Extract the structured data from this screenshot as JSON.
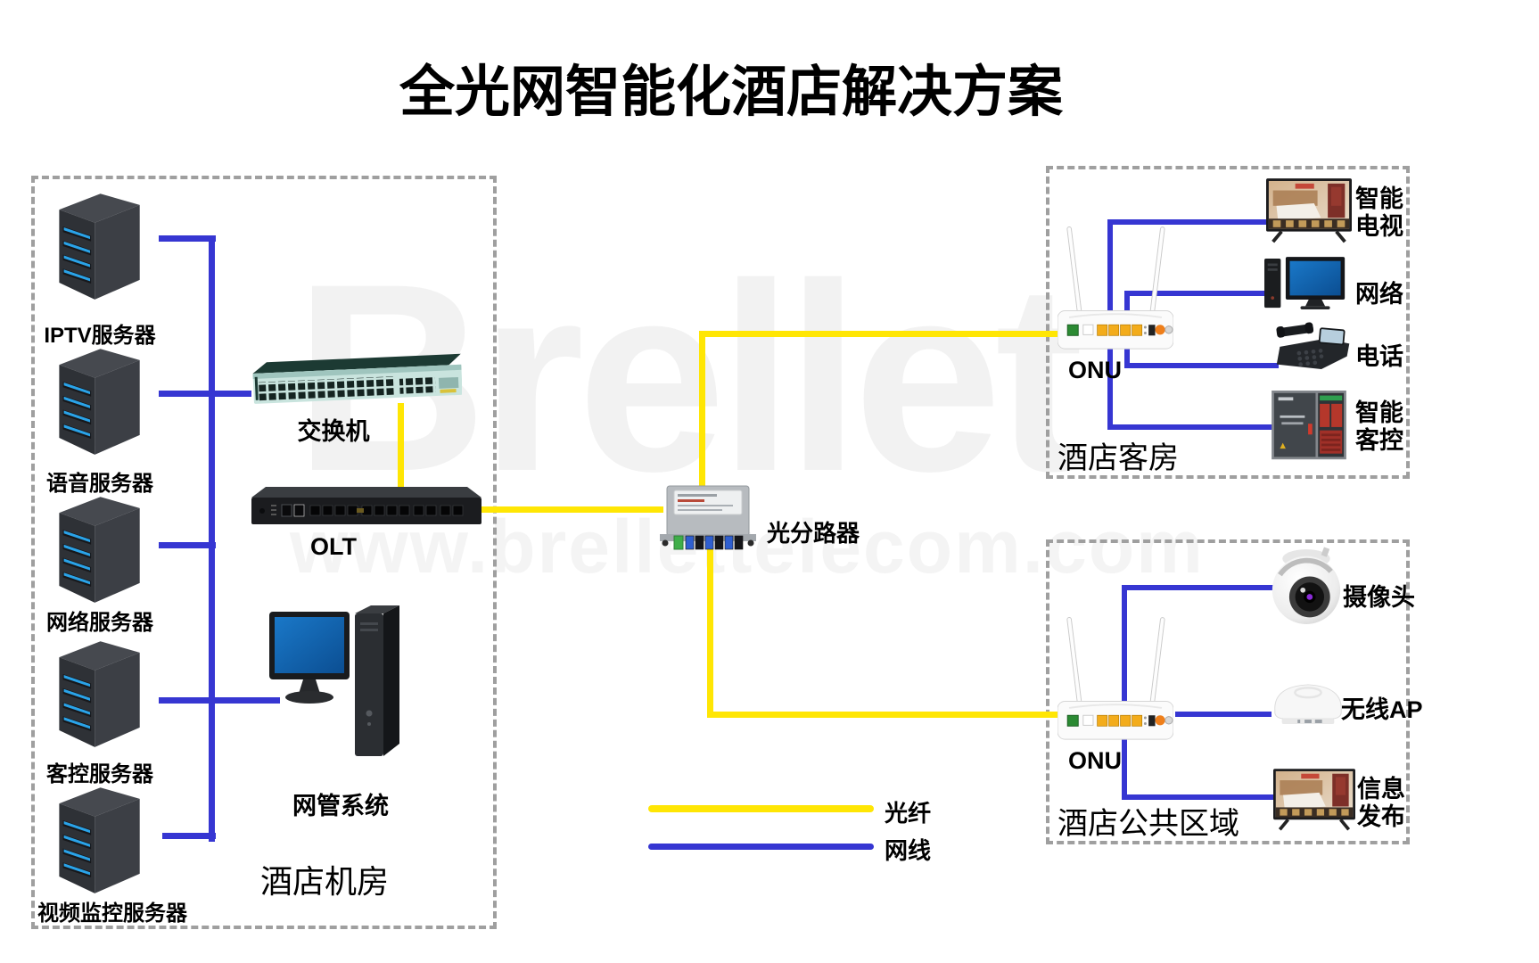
{
  "title": "全光网智能化酒店解决方案",
  "watermark": {
    "brand": "Brellet",
    "site": "www.brellettelecom.com"
  },
  "legend": {
    "fiber_label": "光纤",
    "ethernet_label": "网线",
    "fiber_color": "#ffe604",
    "ethernet_color": "#3636d2"
  },
  "machine_room": {
    "label": "酒店机房",
    "servers": [
      {
        "label": "IPTV服务器"
      },
      {
        "label": "语音服务器"
      },
      {
        "label": "网络服务器"
      },
      {
        "label": "客控服务器"
      },
      {
        "label": "视频监控服务器"
      }
    ],
    "switch_label": "交换机",
    "olt_label": "OLT",
    "nms_label": "网管系统"
  },
  "splitter_label": "光分路器",
  "guest_room": {
    "label": "酒店客房",
    "onu_label": "ONU",
    "devices": [
      {
        "label": "智能电视"
      },
      {
        "label": "网络"
      },
      {
        "label": "电话"
      },
      {
        "label": "智能客控"
      }
    ]
  },
  "public_area": {
    "label": "酒店公共区域",
    "onu_label": "ONU",
    "devices": [
      {
        "label": "摄像头"
      },
      {
        "label": "无线AP"
      },
      {
        "label": "信息发布"
      }
    ]
  }
}
